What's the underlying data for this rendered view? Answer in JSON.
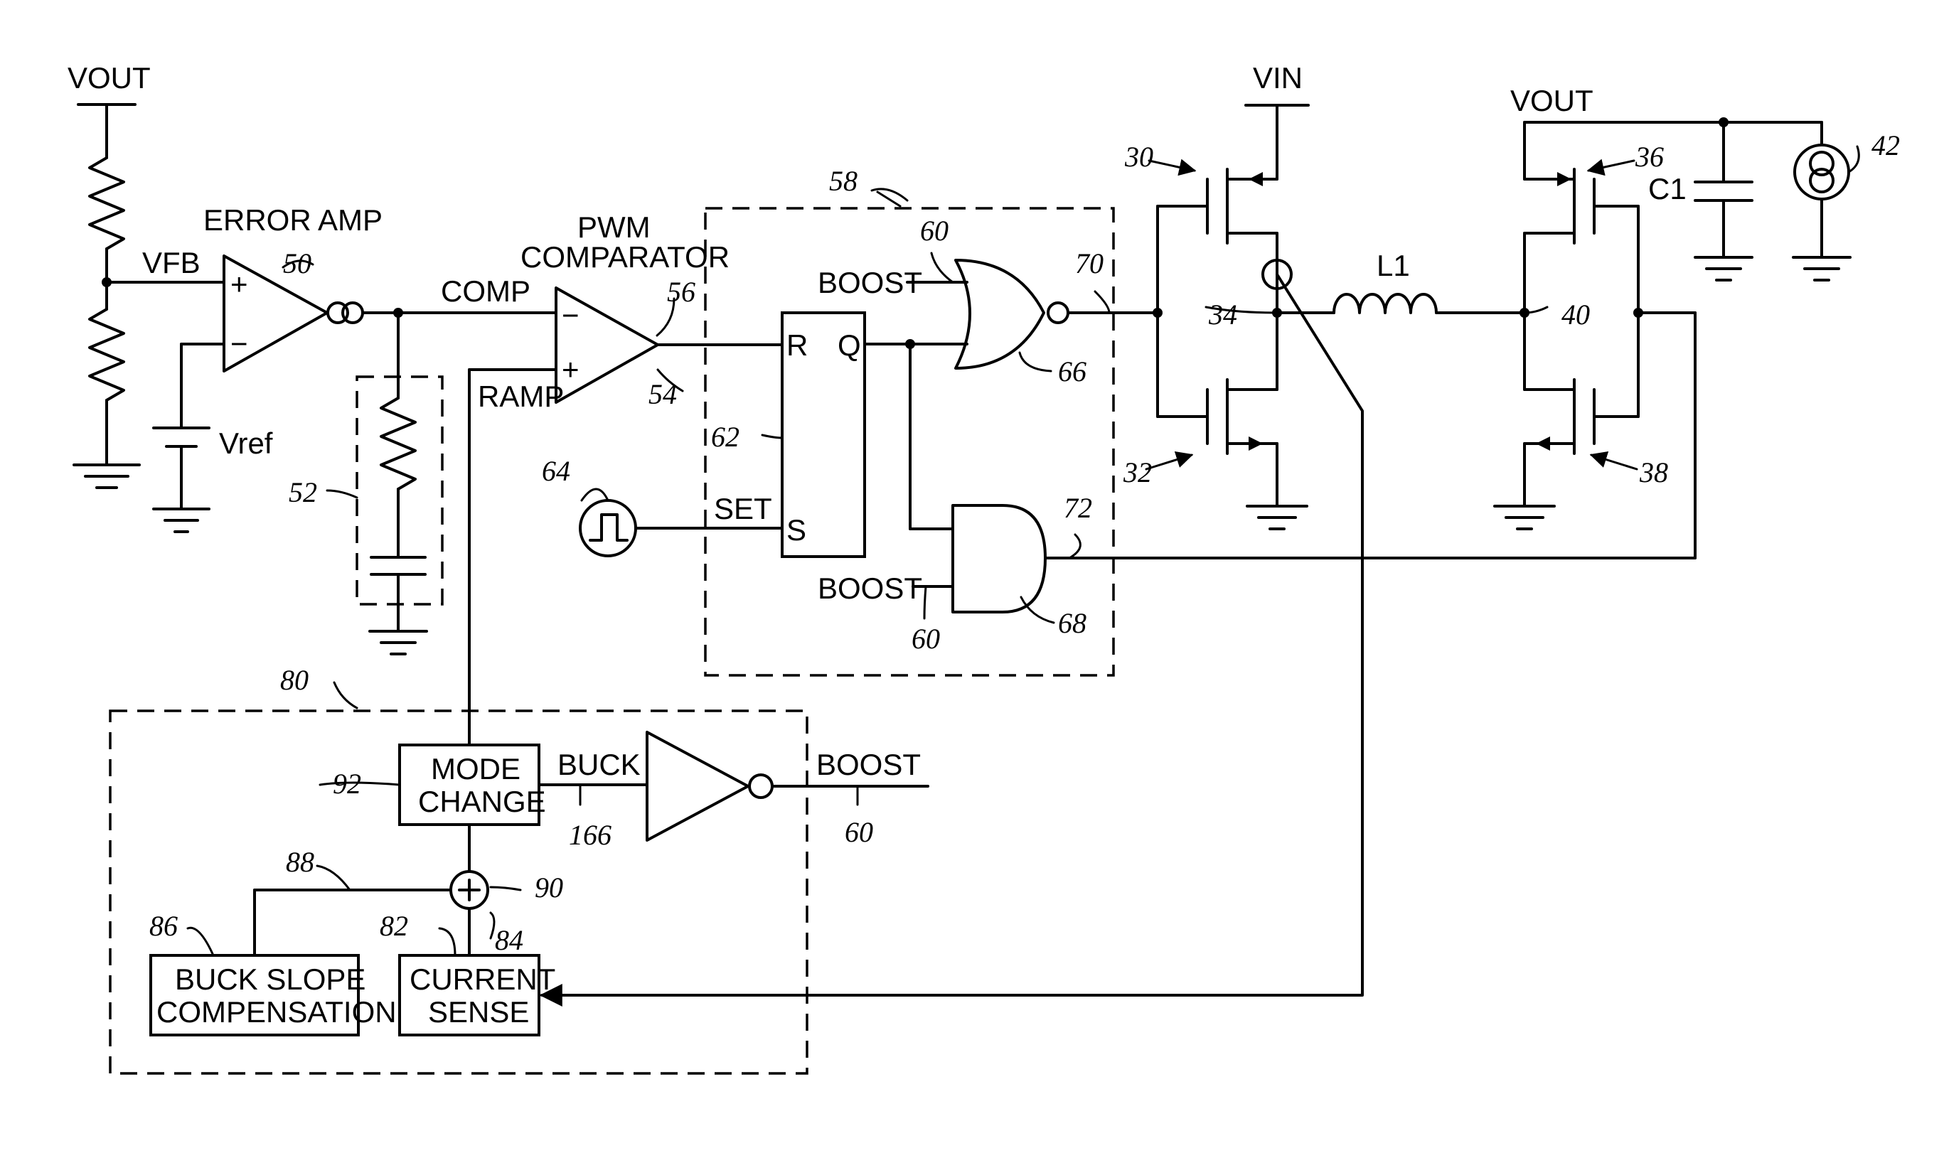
{
  "labels": {
    "vout_left": "VOUT",
    "vfb": "VFB",
    "error_amp": "ERROR AMP",
    "vref": "Vref",
    "comp": "COMP",
    "pwm_line1": "PWM",
    "pwm_line2": "COMPARATOR",
    "ramp": "RAMP",
    "ff_r": "R",
    "ff_q": "Q",
    "ff_s": "S",
    "set": "SET",
    "boost_nor": "BOOST",
    "boost_and": "BOOST",
    "boost_out": "BOOST",
    "buck": "BUCK",
    "mode_change_1": "MODE",
    "mode_change_2": "CHANGE",
    "current_sense_1": "CURRENT",
    "current_sense_2": "SENSE",
    "buck_slope_1": "BUCK SLOPE",
    "buck_slope_2": "COMPENSATION",
    "vin": "VIN",
    "vout_right": "VOUT",
    "l1": "L1",
    "c1": "C1",
    "plus_amp": "+",
    "minus_amp": "−",
    "plus_cmp": "+",
    "minus_cmp": "−"
  },
  "refs": {
    "r30": "30",
    "r32": "32",
    "r34": "34",
    "r36": "36",
    "r38": "38",
    "r40": "40",
    "r42": "42",
    "r50": "50",
    "r52": "52",
    "r54": "54",
    "r56": "56",
    "r58": "58",
    "r60a": "60",
    "r60b": "60",
    "r60c": "60",
    "r62": "62",
    "r64": "64",
    "r66": "66",
    "r68": "68",
    "r70": "70",
    "r72": "72",
    "r80": "80",
    "r82": "82",
    "r84": "84",
    "r86": "86",
    "r88": "88",
    "r90": "90",
    "r92": "92",
    "r166": "166"
  }
}
